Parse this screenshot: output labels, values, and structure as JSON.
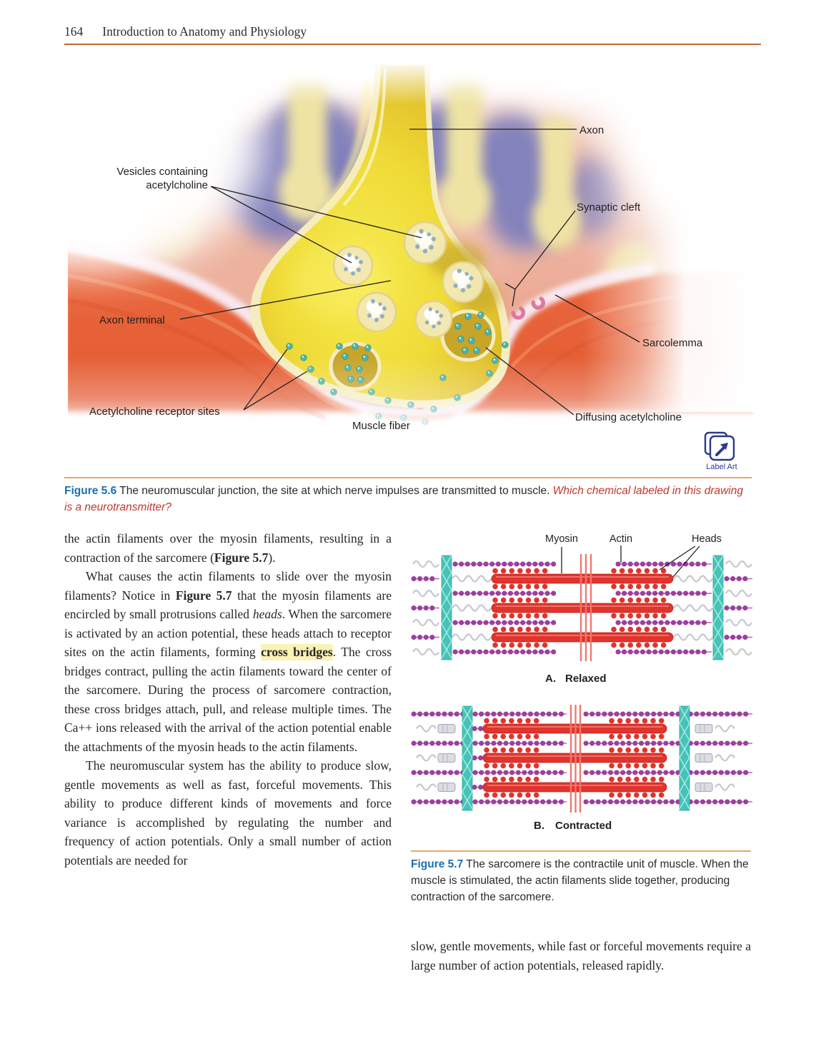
{
  "header": {
    "page_number": "164",
    "running_head": "Introduction to Anatomy and Physiology"
  },
  "figure_5_6": {
    "labels": {
      "axon": "Axon",
      "vesicles": "Vesicles containing acetylcholine",
      "synaptic_cleft": "Synaptic cleft",
      "axon_terminal": "Axon terminal",
      "sarcolemma": "Sarcolemma",
      "receptor_sites": "Acetylcholine receptor sites",
      "muscle_fiber": "Muscle fiber",
      "diffusing": "Diffusing acetylcholine"
    },
    "label_art": "Label Art",
    "caption": {
      "label": "Figure 5.6",
      "text": "The neuromuscular junction, the site at which nerve impulses are transmitted to muscle.",
      "question": "Which chemical labeled in this drawing is a neurotransmitter?"
    }
  },
  "body": {
    "left_column": {
      "paragraphs": [
        {
          "indent": false,
          "segments": [
            {
              "t": "the actin filaments over the myosin filaments, resulting in a contraction of the sarcomere (",
              "s": "n"
            },
            {
              "t": "Figure 5.7",
              "s": "b"
            },
            {
              "t": ").",
              "s": "n"
            }
          ]
        },
        {
          "indent": true,
          "segments": [
            {
              "t": "What causes the actin filaments to slide over the myosin filaments? Notice in ",
              "s": "n"
            },
            {
              "t": "Figure 5.7",
              "s": "b"
            },
            {
              "t": " that the myosin filaments are encircled by small protrusions called ",
              "s": "n"
            },
            {
              "t": "heads",
              "s": "i"
            },
            {
              "t": ". When the sarcomere is activated by an action potential, these heads attach to receptor sites on the actin filaments, forming ",
              "s": "n"
            },
            {
              "t": "cross bridges",
              "s": "hb"
            },
            {
              "t": ". The cross bridges contract, pulling the actin filaments toward the center of the sarcomere. During the process of sarcomere contraction, these cross bridges attach, pull, and release multiple times. The Ca++ ions released with the arrival of the action potential enable the attachments of the myosin heads to the actin filaments.",
              "s": "n"
            }
          ]
        },
        {
          "indent": true,
          "segments": [
            {
              "t": "The neuromuscular system has the ability to produce slow, gentle movements as well as fast, forceful movements. This ability to produce different kinds of movements and force variance is accomplished by regulating the number and frequency of action potentials. Only a small number of action potentials are needed for",
              "s": "n"
            }
          ]
        }
      ]
    },
    "right_column": {
      "paragraph": {
        "indent": false,
        "segments": [
          {
            "t": "slow, gentle movements, while fast or forceful movements require a large number of action potentials, released rapidly.",
            "s": "n"
          }
        ]
      }
    }
  },
  "figure_5_7": {
    "labels": {
      "myosin": "Myosin",
      "actin": "Actin",
      "heads": "Heads"
    },
    "panels": [
      {
        "letter": "A.",
        "name": "Relaxed"
      },
      {
        "letter": "B.",
        "name": "Contracted"
      }
    ],
    "caption": {
      "label": "Figure 5.7",
      "text": "The sarcomere is the contractile unit of muscle. When the muscle is stimulated, the actin filaments slide together, producing contraction of the sarcomere."
    }
  },
  "colors": {
    "figure_label_blue": "#1A6FB5",
    "caption_question_red": "#C2352B",
    "header_rule": "#BE6B33",
    "caption_rule": "#E9A763",
    "highlight_yellow": "#FBF2B5",
    "label_art_blue": "#2B3990",
    "z_band_teal": "#44C4B8",
    "actin_purple": "#9C3F9E",
    "myosin_red": "#E0342C"
  }
}
